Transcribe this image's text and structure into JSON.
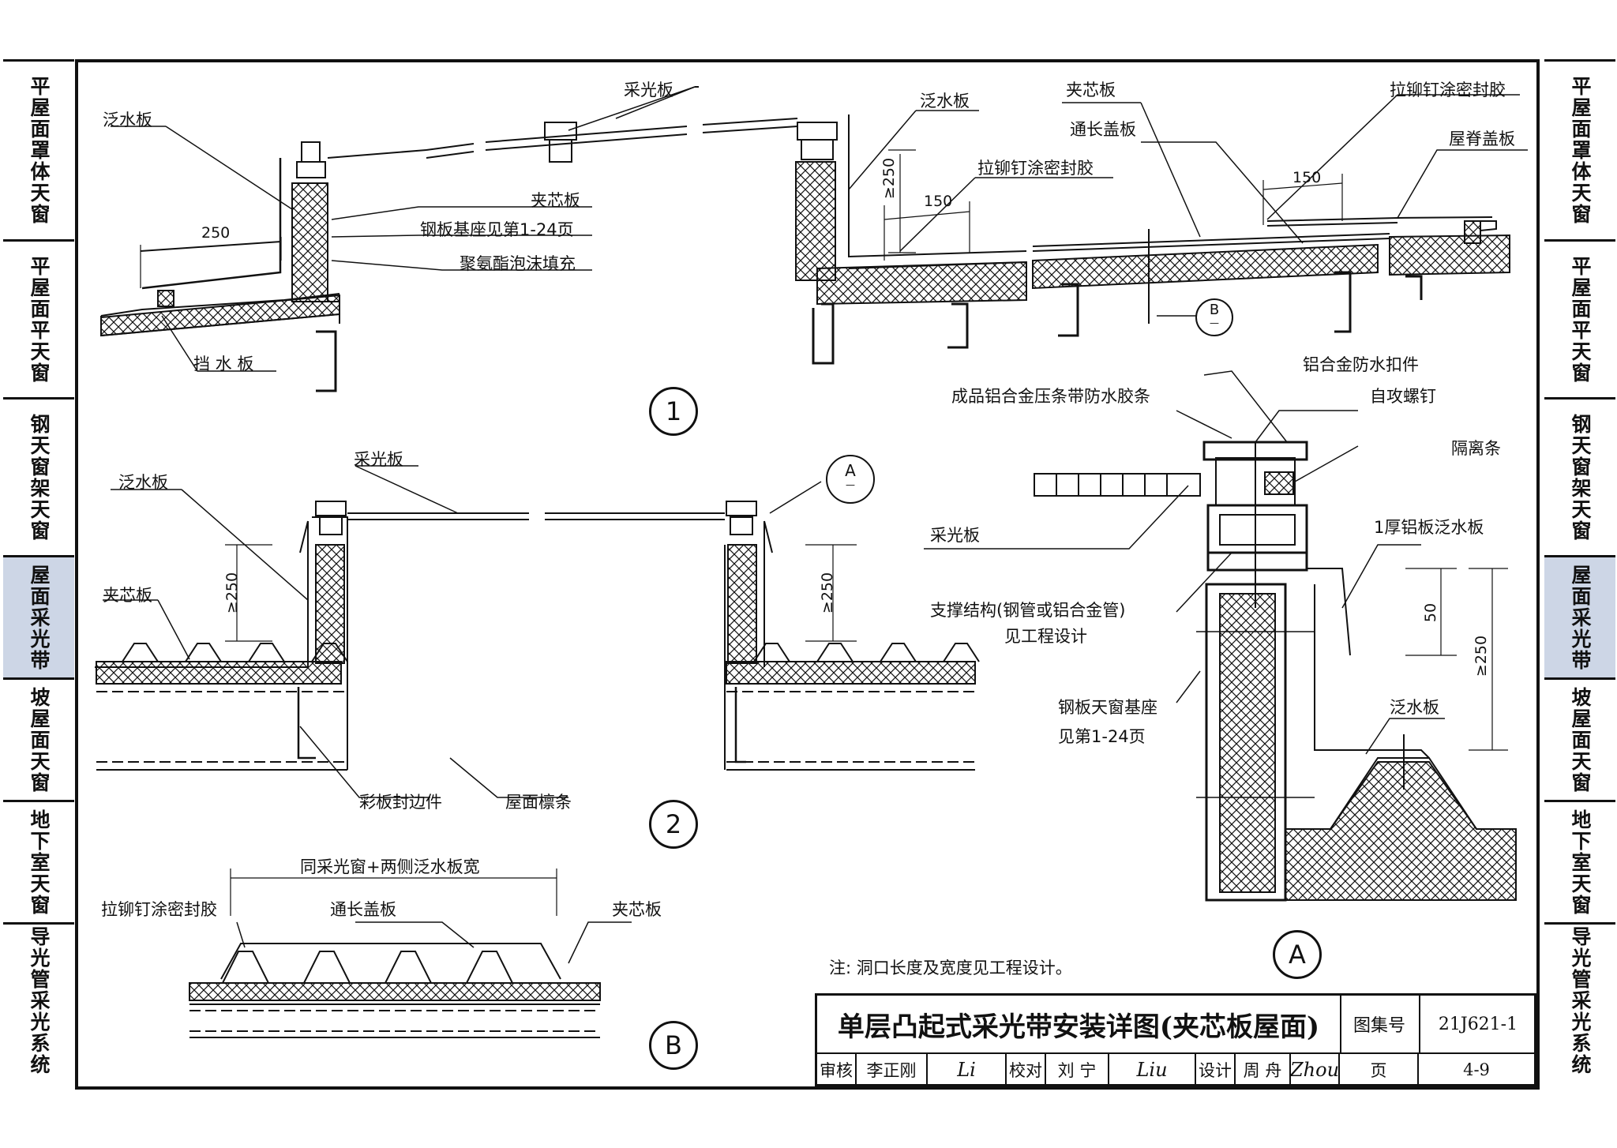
{
  "side_left": [
    {
      "label": "平屋面罩体天窗",
      "active": false
    },
    {
      "label": "平屋面平天窗",
      "active": false
    },
    {
      "label": "钢天窗架天窗",
      "active": false
    },
    {
      "label": "屋面采光带",
      "active": true
    },
    {
      "label": "坡屋面天窗",
      "active": false
    },
    {
      "label": "地下室天窗",
      "active": false
    },
    {
      "label": "导光管采光系统",
      "active": false
    }
  ],
  "side_right": [
    {
      "label": "平屋面罩体天窗",
      "active": false
    },
    {
      "label": "平屋面平天窗",
      "active": false
    },
    {
      "label": "钢天窗架天窗",
      "active": false
    },
    {
      "label": "屋面采光带",
      "active": true
    },
    {
      "label": "坡屋面天窗",
      "active": false
    },
    {
      "label": "地下室天窗",
      "active": false
    },
    {
      "label": "导光管采光系统",
      "active": false
    }
  ],
  "detail1": {
    "number": "1",
    "labels": {
      "flashing_left": "泛水板",
      "daylight_panel": "采光板",
      "flashing_right": "泛水板",
      "sandwich": "夹芯板",
      "steel_base": "钢板基座见第1-24页",
      "pu_foam": "聚氨酯泡沫填充",
      "water_stop": "挡 水 板",
      "rivet_sealant": "拉铆钉涂密封胶",
      "dim_250": "250",
      "dim_ge250": "≥250",
      "dim_150": "150"
    },
    "ridge": {
      "sandwich": "夹芯板",
      "cover": "通长盖板",
      "rivet_sealant": "拉铆钉涂密封胶",
      "ridge_cover": "屋脊盖板",
      "dim_150": "150",
      "callout_letter": "B",
      "callout_sub": "—"
    }
  },
  "detail2": {
    "number": "2",
    "labels": {
      "flashing": "泛水板",
      "daylight_panel": "采光板",
      "sandwich": "夹芯板",
      "edge_seal": "彩板封边件",
      "purlin": "屋面檩条",
      "dim_left": "≥250",
      "dim_right": "≥250",
      "callout_letter": "A",
      "callout_sub": "—"
    }
  },
  "detailA": {
    "letter": "A",
    "labels": {
      "al_flashing_part": "铝合金防水扣件",
      "strip": "成品铝合金压条带防水胶条",
      "self_tap": "自攻螺钉",
      "isolation": "隔离条",
      "daylight_panel": "采光板",
      "al_flashing": "1厚铝板泛水板",
      "support1": "支撑结构(钢管或铝合金管)",
      "support2": "见工程设计",
      "base1": "钢板天窗基座",
      "base2": "见第1-24页",
      "flashing": "泛水板",
      "dim_50": "50",
      "dim_ge250": "≥250"
    }
  },
  "detailB": {
    "letter": "B",
    "labels": {
      "width": "同采光窗+两侧泛水板宽",
      "rivet_sealant": "拉铆钉涂密封胶",
      "cover": "通长盖板",
      "sandwich": "夹芯板"
    }
  },
  "note": "注: 洞口长度及宽度见工程设计。",
  "title_block": {
    "title": "单层凸起式采光带安装详图(夹芯板屋面)",
    "atlas_label": "图集号",
    "atlas_value": "21J621-1",
    "review_label": "审核",
    "reviewer": "李正刚",
    "review_sig": "Li",
    "check_label": "校对",
    "checker": "刘 宁",
    "check_sig": "Liu",
    "design_label": "设计",
    "designer": "周 舟",
    "design_sig": "Zhou",
    "page_label": "页",
    "page_value": "4-9"
  },
  "colors": {
    "line": "#111111",
    "active_tab": "#cdd6e6"
  }
}
